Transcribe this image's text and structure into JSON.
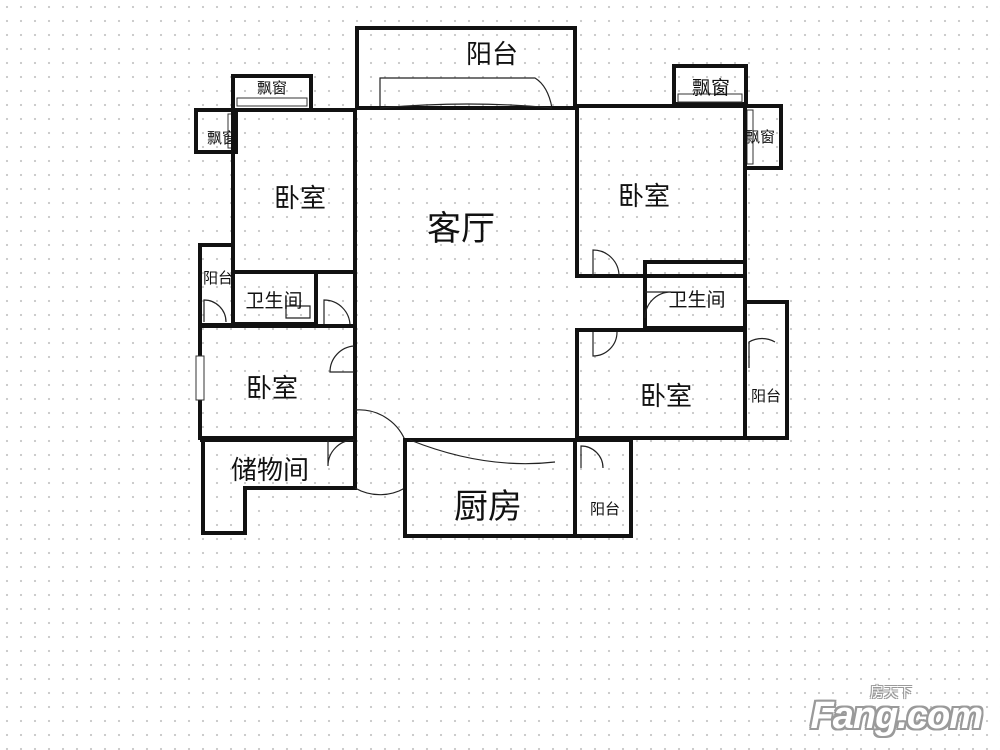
{
  "rooms": {
    "balcony_top": "阳台",
    "bay_window_left_top": "飘窗",
    "bay_window_left_side": "飘窗",
    "bay_window_right_top": "飘窗",
    "bay_window_right_side": "飘窗",
    "bedroom_top_left": "卧室",
    "living_room": "客厅",
    "bedroom_top_right": "卧室",
    "balcony_left": "阳台",
    "bathroom_left": "卫生间",
    "bathroom_right": "卫生间",
    "bedroom_mid_left": "卧室",
    "bedroom_mid_right": "卧室",
    "balcony_right": "阳台",
    "storage": "储物间",
    "kitchen": "厨房",
    "balcony_bottom": "阳台"
  },
  "watermark": {
    "brand": "Fang.com",
    "chinese": "房天下"
  }
}
